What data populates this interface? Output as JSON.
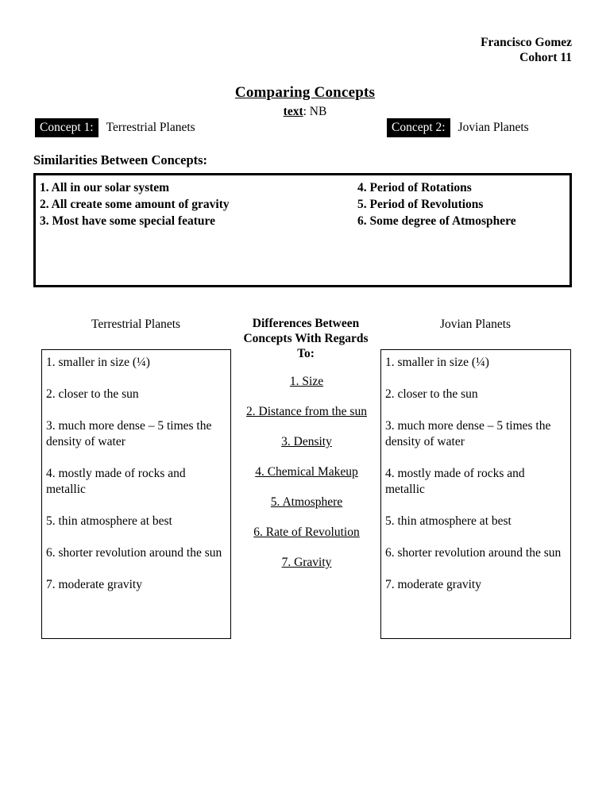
{
  "header": {
    "name": "Francisco Gomez",
    "cohort": "Cohort 11"
  },
  "title": "Comparing Concepts",
  "subtitle": {
    "label": "text",
    "separator": ": ",
    "value": "NB"
  },
  "concepts": {
    "concept1": {
      "tag": "Concept 1:",
      "value": "Terrestrial Planets"
    },
    "concept2": {
      "tag": "Concept 2:",
      "value": "Jovian Planets"
    }
  },
  "similarities": {
    "heading": "Similarities Between Concepts:",
    "left_items": [
      "1. All in our solar system",
      "2. All create some amount of gravity",
      "3. Most have some special feature"
    ],
    "right_items": [
      "4. Period of Rotations",
      "5. Period of Revolutions",
      "6. Some degree of Atmosphere"
    ]
  },
  "differences": {
    "left_heading": "Terrestrial Planets",
    "center_heading": "Differences Between Concepts With Regards To:",
    "right_heading": "Jovian Planets",
    "center_items": [
      "1. Size",
      "2. Distance from the sun",
      "3. Density",
      "4. Chemical Makeup",
      "5. Atmosphere",
      "6. Rate of Revolution ",
      "7. Gravity"
    ],
    "left_items": [
      "1. smaller in size (¼)",
      "2. closer to the sun",
      "3. much more dense – 5 times the density of water",
      "4. mostly made of rocks and metallic",
      "5. thin atmosphere at best",
      "6. shorter revolution around the sun",
      "7. moderate gravity"
    ],
    "right_items": [
      "1. smaller in size (¼)",
      "2. closer to the sun",
      "3. much more dense – 5 times the density of water",
      "4. mostly made of rocks and metallic",
      "5. thin atmosphere at best",
      "6. shorter revolution around the sun",
      "7. moderate gravity"
    ]
  },
  "colors": {
    "page_background": "#ffffff",
    "text": "#000000",
    "highlight_background": "#000000",
    "highlight_text": "#ffffff",
    "border": "#000000"
  }
}
